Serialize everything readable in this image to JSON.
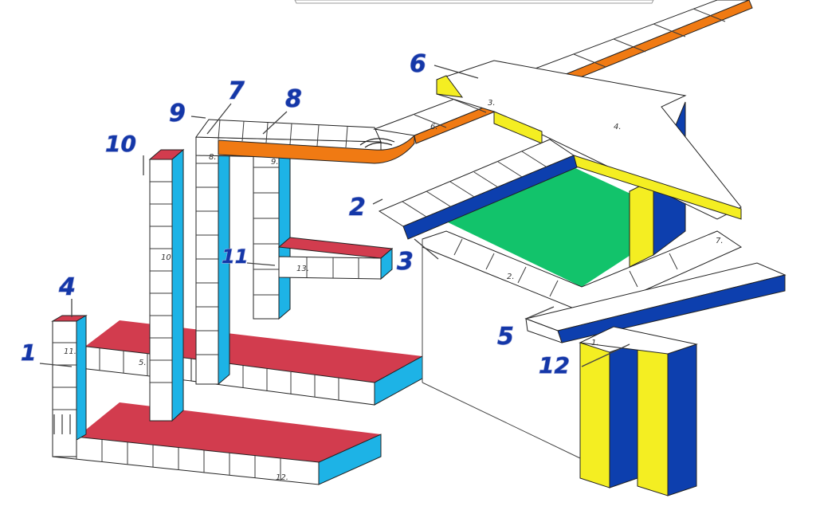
{
  "puzzle": {
    "numbers": [
      "1",
      "2",
      "3",
      "4",
      "5",
      "6",
      "7",
      "8",
      "9",
      "10",
      "11",
      "12"
    ],
    "cell_labels": [
      "1.",
      "2.",
      "3.",
      "4.",
      "5.",
      "6.",
      "7.",
      "8.",
      "9.",
      "10.",
      "11.",
      "12.",
      "13."
    ]
  },
  "colors": {
    "red": "#d23c4e",
    "cyan": "#1db3e6",
    "blue": "#0d3fae",
    "yellow": "#f4ee22",
    "green": "#12c36b",
    "orange": "#f07a13",
    "number_blue": "#1437a8"
  }
}
